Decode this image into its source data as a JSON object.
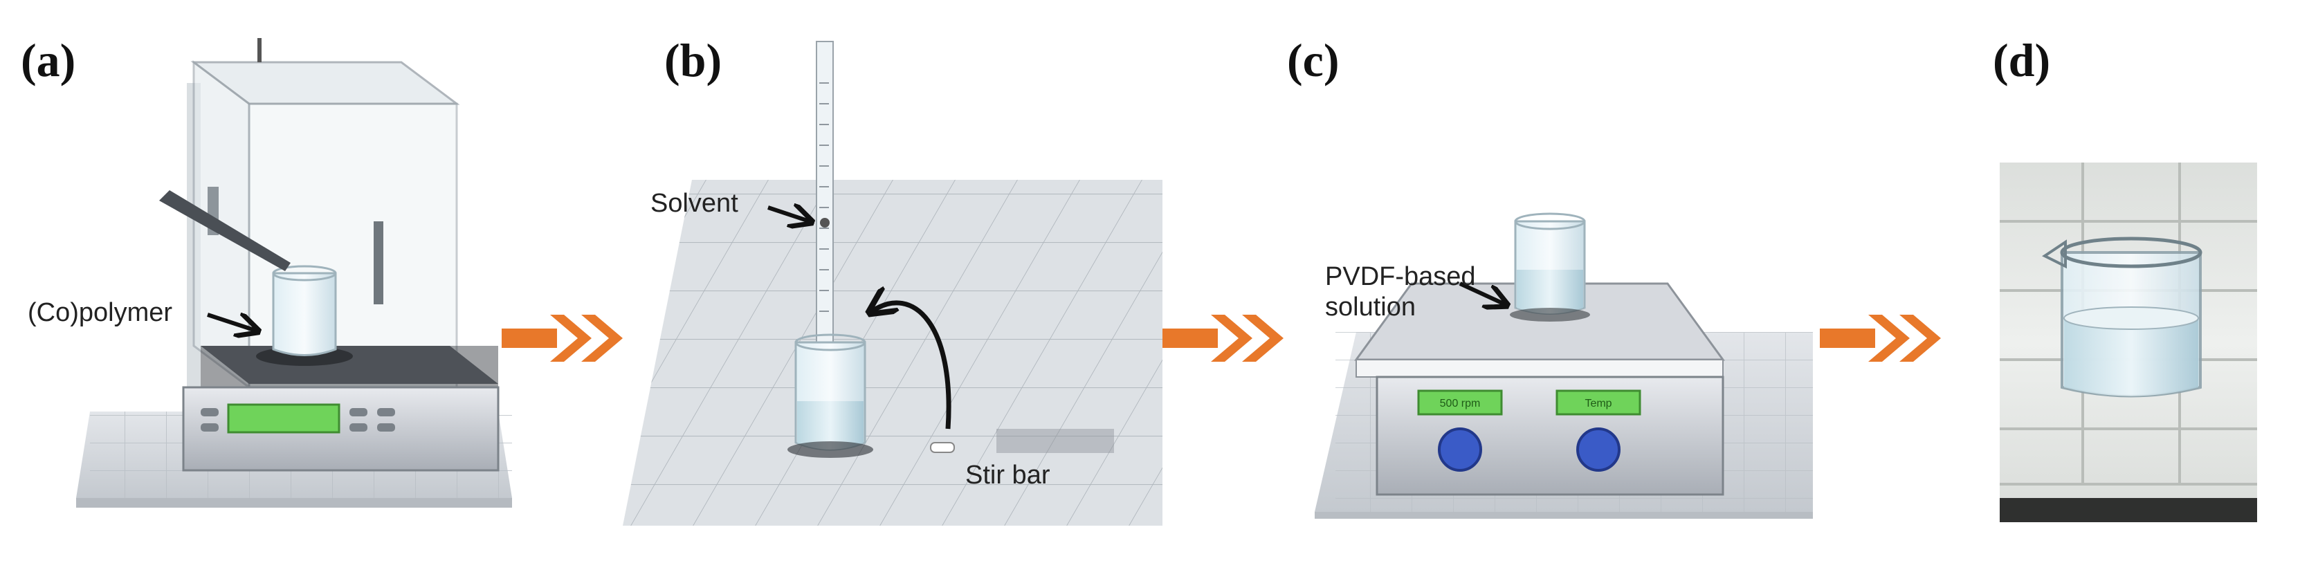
{
  "panels": [
    {
      "label": "(a)",
      "annotation": "(Co)polymer"
    },
    {
      "label": "(b)",
      "annotations": [
        "Solvent",
        "Stir bar"
      ]
    },
    {
      "label": "(c)",
      "annotation_lines": [
        "PVDF-based",
        "solution"
      ],
      "display_left": "500 rpm",
      "display_right": "Temp"
    },
    {
      "label": "(d)"
    }
  ],
  "colors": {
    "arrow": "#e8782a",
    "glass": "#cfe6ee",
    "bench": "#c9ced3"
  }
}
